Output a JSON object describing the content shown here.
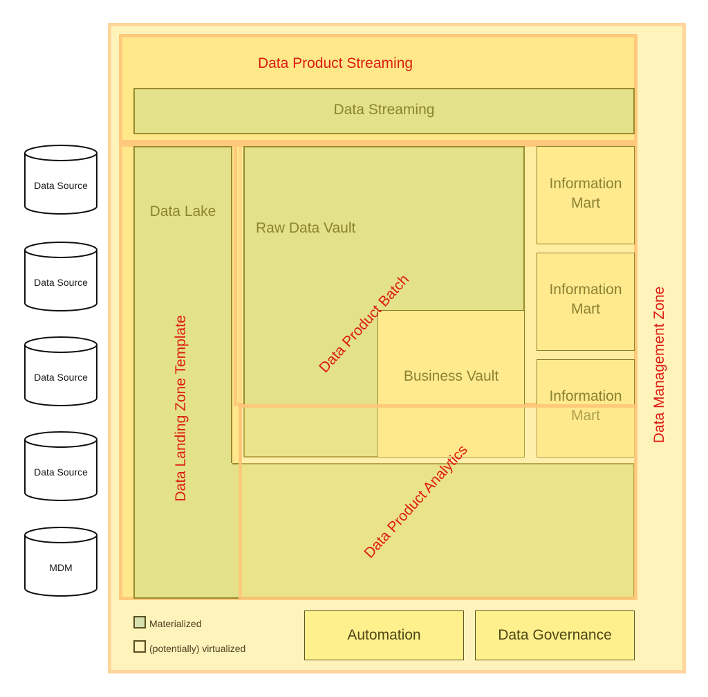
{
  "sources": [
    {
      "label": "Data Source"
    },
    {
      "label": "Data Source"
    },
    {
      "label": "Data Source"
    },
    {
      "label": "Data Source"
    },
    {
      "label": "MDM"
    }
  ],
  "zones": {
    "management": "Data Management Zone",
    "streaming": "Data Product Streaming",
    "landing": "Data Landing Zone Template",
    "batch": "Data Product Batch",
    "analytics": "Data Product Analytics"
  },
  "boxes": {
    "data_streaming": "Data Streaming",
    "data_lake": "Data Lake",
    "raw_data_vault": "Raw Data Vault",
    "business_vault": "Business Vault",
    "information_marts": [
      {
        "line1": "Information",
        "line2": "Mart"
      },
      {
        "line1": "Information",
        "line2": "Mart"
      },
      {
        "line1": "Information",
        "line2": "Mart"
      }
    ]
  },
  "legend": {
    "materialized": "Materialized",
    "virtualized": "(potentially) virtualized"
  },
  "footer": {
    "automation": "Automation",
    "governance": "Data Governance"
  },
  "colors": {
    "materialized_fill": "#e3e18a",
    "virtualized_fill": "#ffea8e",
    "zone_label": "#dd1b12",
    "zone_border": "#ffc87a",
    "management_fill": "#fff3bc"
  }
}
